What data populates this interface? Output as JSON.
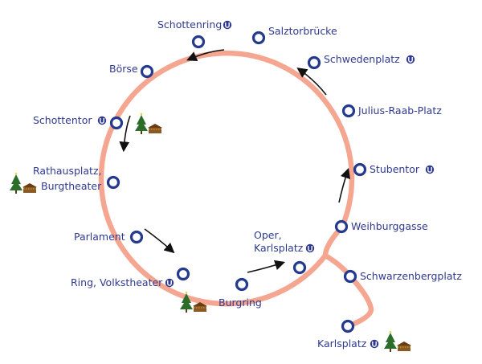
{
  "title": "Ring tram route map",
  "colors": {
    "line": "#f5a690",
    "station": "#233a8e",
    "text": "#2f3a8f"
  },
  "stations": {
    "schottenring": "Schottenring",
    "salztorbruecke": "Salztorbrücke",
    "schwedenplatz": "Schwedenplatz",
    "julius_raab_platz": "Julius-Raab-Platz",
    "stubentor": "Stubentor",
    "weihburggasse": "Weihburggasse",
    "schwarzenbergplatz": "Schwarzenbergplatz",
    "karlsplatz": "Karlsplatz",
    "oper_line1": "Oper,",
    "oper_line2": "Karlsplatz",
    "burgring": "Burgring",
    "ring_volkstheater": "Ring, Volkstheater",
    "parlament": "Parlament",
    "rathausplatz_line1": "Rathausplatz,",
    "rathausplatz_line2": "Burgtheater",
    "schottentor": "Schottentor",
    "boerse": "Börse"
  },
  "icons": [
    "u-bahn-icon",
    "christmas-tree-icon",
    "market-hut-icon",
    "direction-arrow-icon"
  ]
}
